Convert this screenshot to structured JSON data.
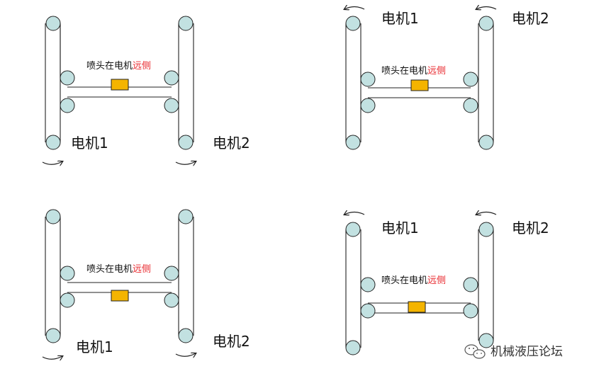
{
  "diagrams": [
    {
      "id": "top-left",
      "motor1": "电机1",
      "motor2": "电机2",
      "nozzle_prefix": "喷头在电机",
      "nozzle_suffix": "远侧"
    },
    {
      "id": "top-right",
      "motor1": "电机1",
      "motor2": "电机2",
      "nozzle_prefix": "喷头在电机",
      "nozzle_suffix": "远侧"
    },
    {
      "id": "bottom-left",
      "motor1": "电机1",
      "motor2": "电机2",
      "nozzle_prefix": "喷头在电机",
      "nozzle_suffix": "远侧"
    },
    {
      "id": "bottom-right",
      "motor1": "电机1",
      "motor2": "电机2",
      "nozzle_prefix": "喷头在电机",
      "nozzle_suffix": "远侧"
    }
  ],
  "watermark": {
    "text": "机械液压论坛",
    "icon": "wechat-icon"
  },
  "colors": {
    "pulley_fill": "#c2e1e1",
    "nozzle_fill": "#f4b400",
    "label_red": "#e8262b"
  }
}
